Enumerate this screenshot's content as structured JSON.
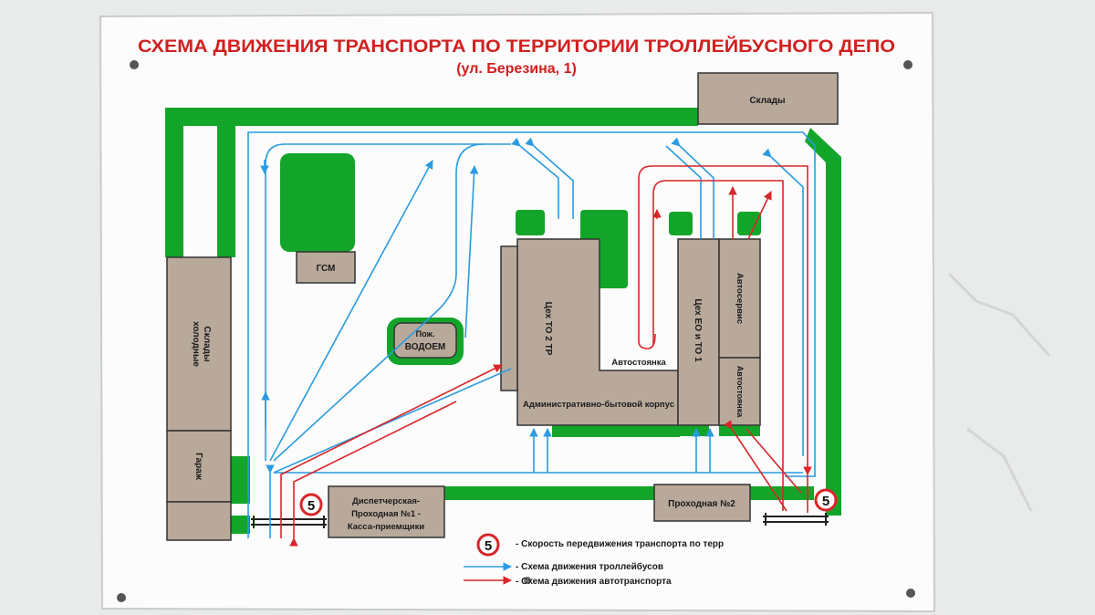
{
  "sign": {
    "title": "СХЕМА ДВИЖЕНИЯ ТРАНСПОРТА ПО ТЕРРИТОРИИ ТРОЛЛЕЙБУСНОГО ДЕПО",
    "subtitle": "(ул. Березина, 1)"
  },
  "buildings": {
    "sklady": "Склады",
    "gsm": "ГСМ",
    "sklady_holodnye_1": "Склады",
    "sklady_holodnye_2": "холодные",
    "garazh": "Гараж",
    "pozh_1": "Пож.",
    "pozh_2": "ВОДОЕМ",
    "tseh_to2": "Цех ТО 2 ТР",
    "admin": "Административно-бытовой корпус",
    "avtostoyanka_center": "Автостоянка",
    "tseh_eo": "Цех ЕО и ТО 1",
    "avtoservis": "Автосервис",
    "avtostoyanka_right": "Автостоянка",
    "dispatch_1": "Диспетчерская-",
    "dispatch_2": "Проходная №1 -",
    "dispatch_3": "Касса-приемщики",
    "prohodnaya2": "Проходная №2"
  },
  "speed_sign": "5",
  "legend": {
    "speed": "- Скорость передвижения транспорта по терр",
    "trolley": "- Схема движения троллейбусов",
    "auto": "- Схема движения автотранспорта"
  },
  "colors": {
    "title_red": "#d21f1f",
    "green": "#13a52a",
    "building": "#b9a99b",
    "trolley_blue": "#2a9be0",
    "auto_red": "#d8262a",
    "board": "#fbfcfb"
  }
}
